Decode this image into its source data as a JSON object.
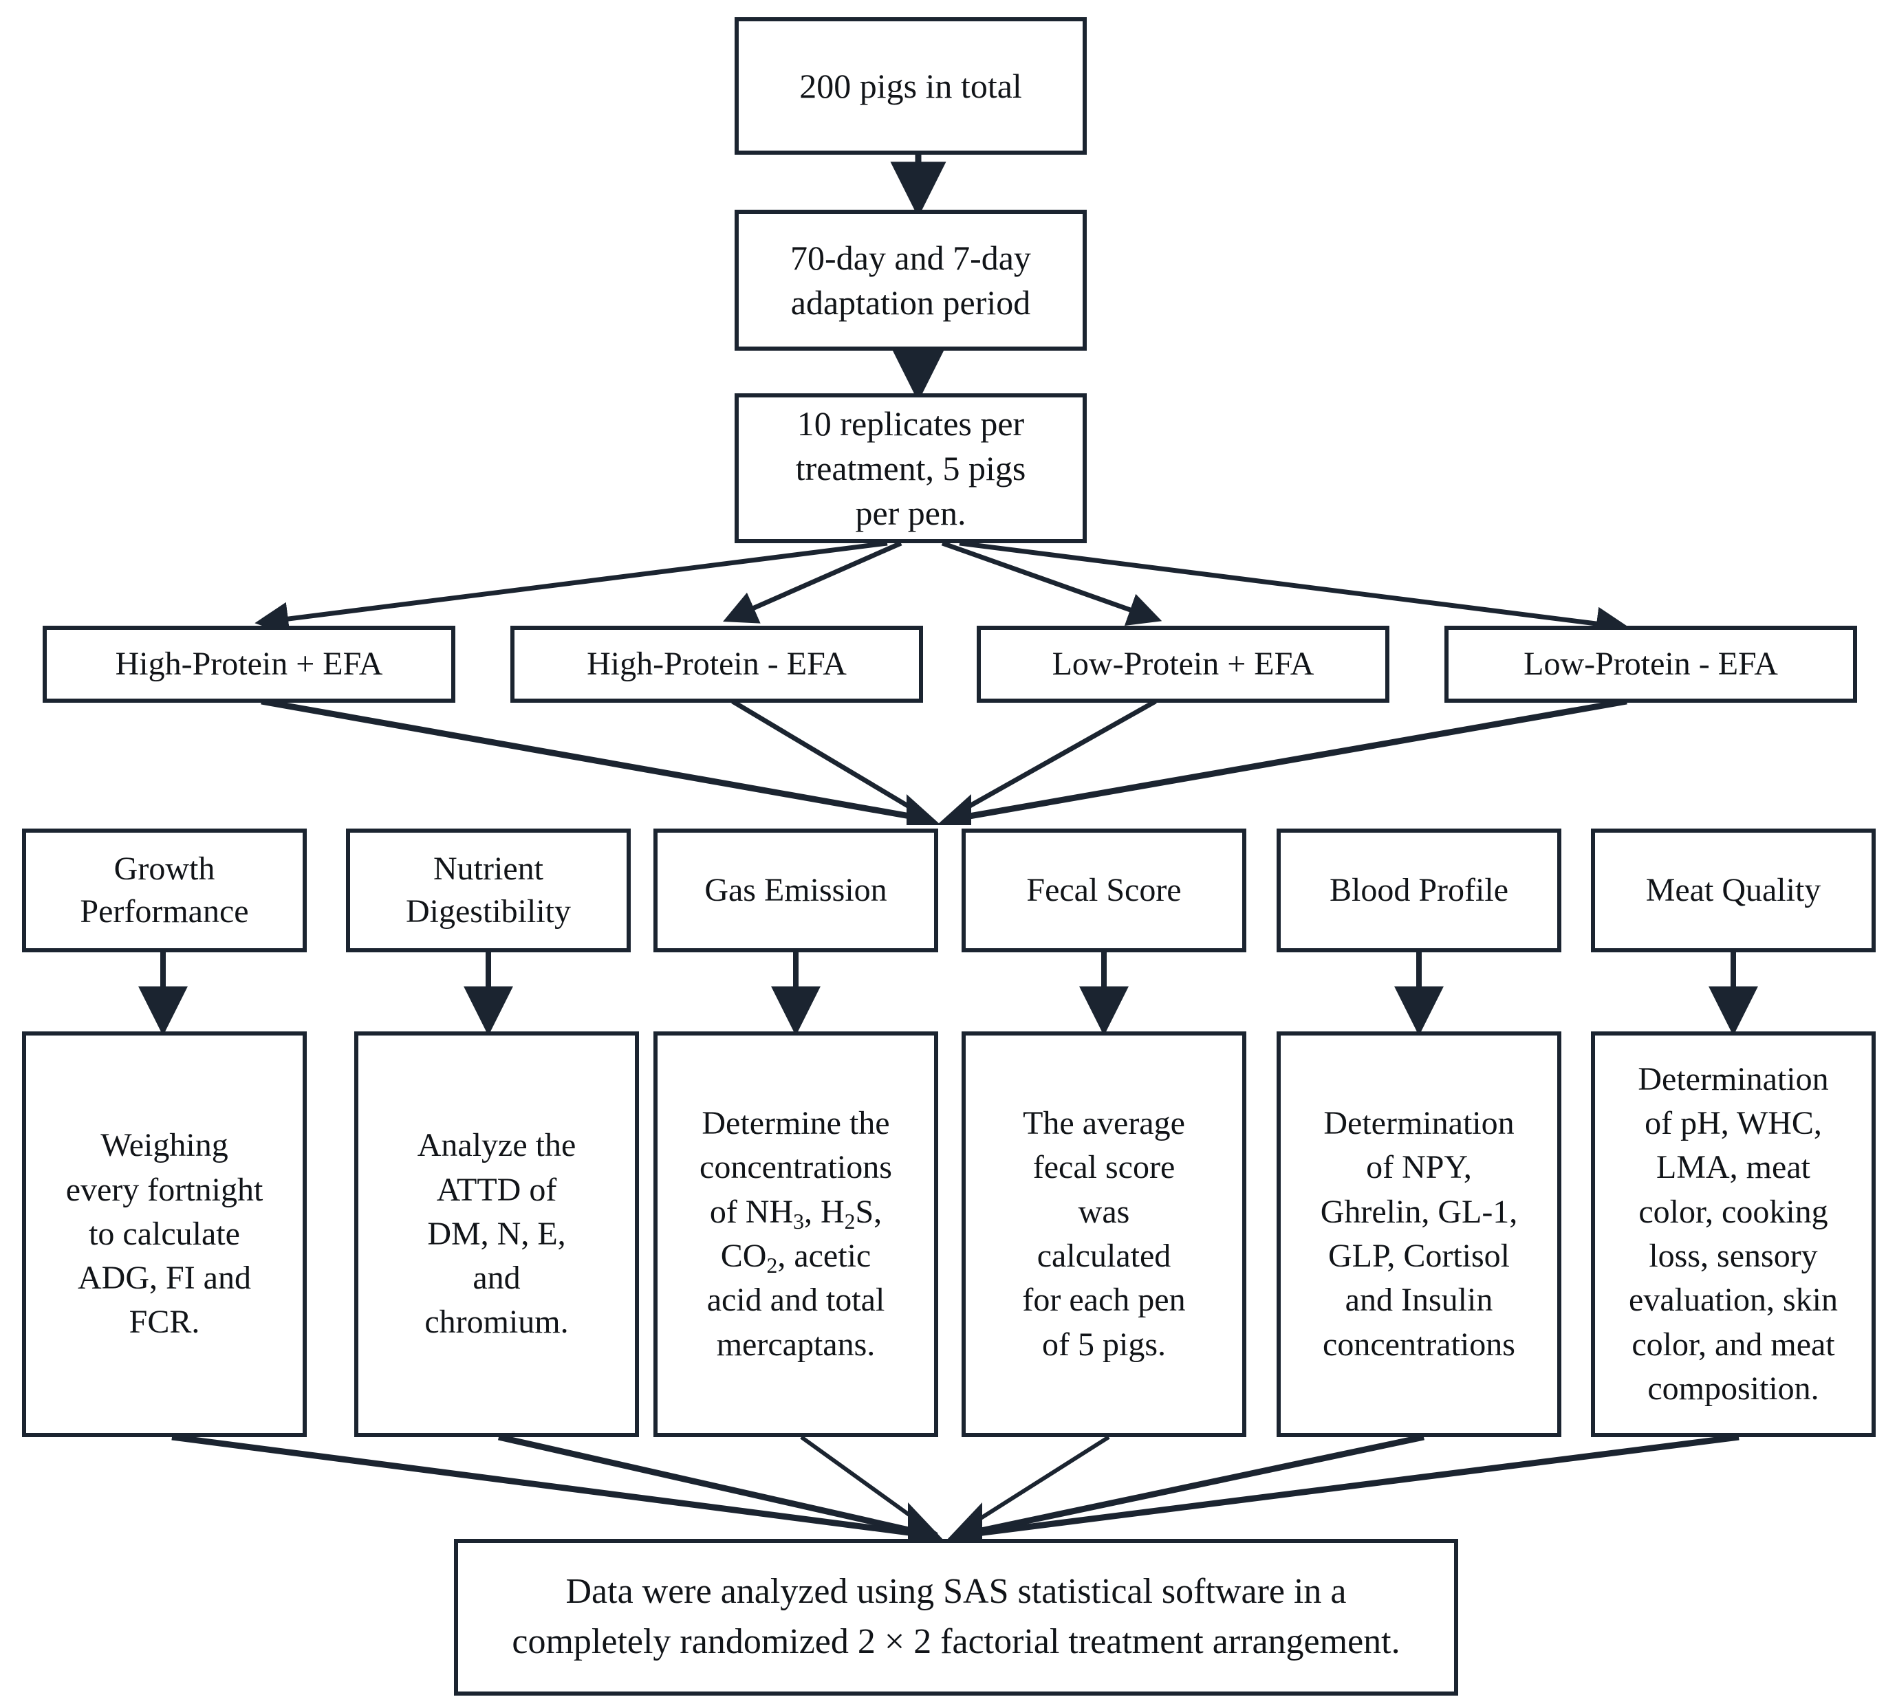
{
  "diagram": {
    "title": "Experimental design flowchart",
    "colors": {
      "box_border": "#1b2430",
      "arrow": "#1b2430",
      "background": "#ffffff",
      "text": "#111418"
    },
    "nodes": {
      "total_pigs": "200 pigs in total",
      "period": "70-day and 7-day\nadaptation period",
      "replicates": "10 replicates per\ntreatment, 5 pigs\nper pen.",
      "treatments": [
        "High-Protein + EFA",
        "High-Protein - EFA",
        "Low-Protein + EFA",
        "Low-Protein - EFA"
      ],
      "categories": [
        "Growth\nPerformance",
        "Nutrient\nDigestibility",
        "Gas Emission",
        "Fecal Score",
        "Blood Profile",
        "Meat Quality"
      ],
      "details": [
        "Weighing\nevery fortnight\nto calculate\nADG, FI and\nFCR.",
        "Analyze the\nATTD of\nDM, N, E,\nand\nchromium.",
        "GAS_EMISSION_HTML",
        "The average\nfecal score\nwas\ncalculated\nfor each pen\nof 5 pigs.",
        "Determination\nof NPY,\nGhrelin, GL-1,\nGLP, Cortisol\nand Insulin\nconcentrations",
        "Determination\nof pH, WHC,\nLMA, meat\ncolor, cooking\nloss, sensory\nevaluation, skin\ncolor, and meat\ncomposition."
      ],
      "gas_emission_detail": {
        "line1": "Determine the",
        "line2": "concentrations",
        "line3_pre": "of NH",
        "line3_sub1": "3",
        "line3_mid": ", H",
        "line3_sub2": "2",
        "line3_post": "S,",
        "line4_pre": "CO",
        "line4_sub": "2",
        "line4_post": ", acetic",
        "line5": "acid and total",
        "line6": "mercaptans."
      },
      "conclusion": "Data were analyzed using SAS statistical software in a\ncompletely randomized 2 × 2 factorial treatment arrangement."
    }
  }
}
